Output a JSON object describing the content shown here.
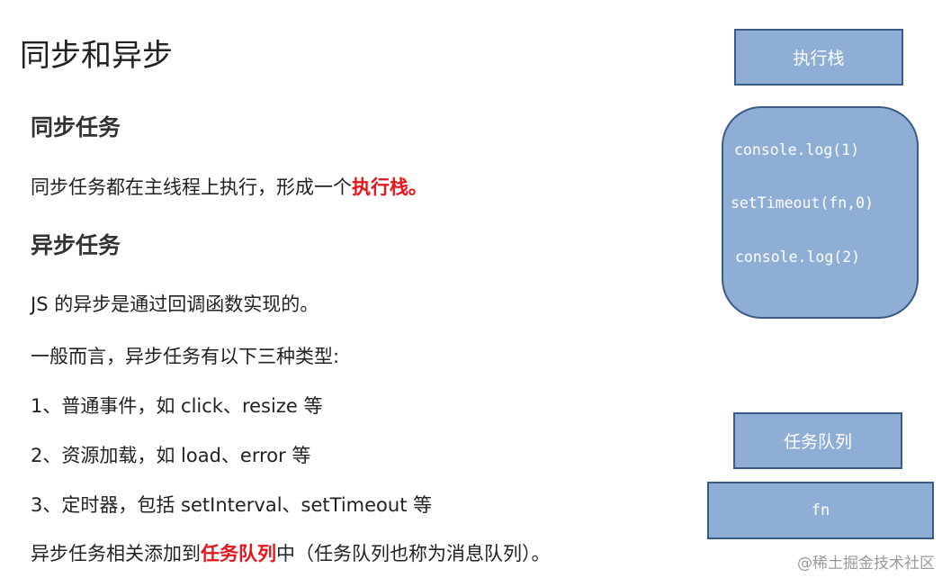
{
  "title": "同步和异步",
  "sync": {
    "heading": "同步任务",
    "line_pre": "同步任务都在主线程上执行，形成一个",
    "line_hl": "执行栈。"
  },
  "async": {
    "heading": "异步任务",
    "intro": "JS 的异步是通过回调函数实现的。",
    "types_intro": "一般而言，异步任务有以下三种类型:",
    "items": [
      "1、普通事件，如 click、resize 等",
      "2、资源加载，如 load、error 等",
      "3、定时器，包括 setInterval、setTimeout 等"
    ],
    "queue_pre": "异步任务相关添加到",
    "queue_hl": "任务队列",
    "queue_post": "中（任务队列也称为消息队列）。"
  },
  "diagram": {
    "stack_label": "执行栈",
    "stack_items": [
      "console.log(1)",
      "setTimeout(fn,0)",
      "console.log(2)"
    ],
    "queue_label": "任务队列",
    "queue_item": "fn"
  },
  "watermark": "@稀土掘金技术社区",
  "colors": {
    "highlight": "#e8141b",
    "box_fill": "#8faed6",
    "box_border": "#3b5a86"
  }
}
